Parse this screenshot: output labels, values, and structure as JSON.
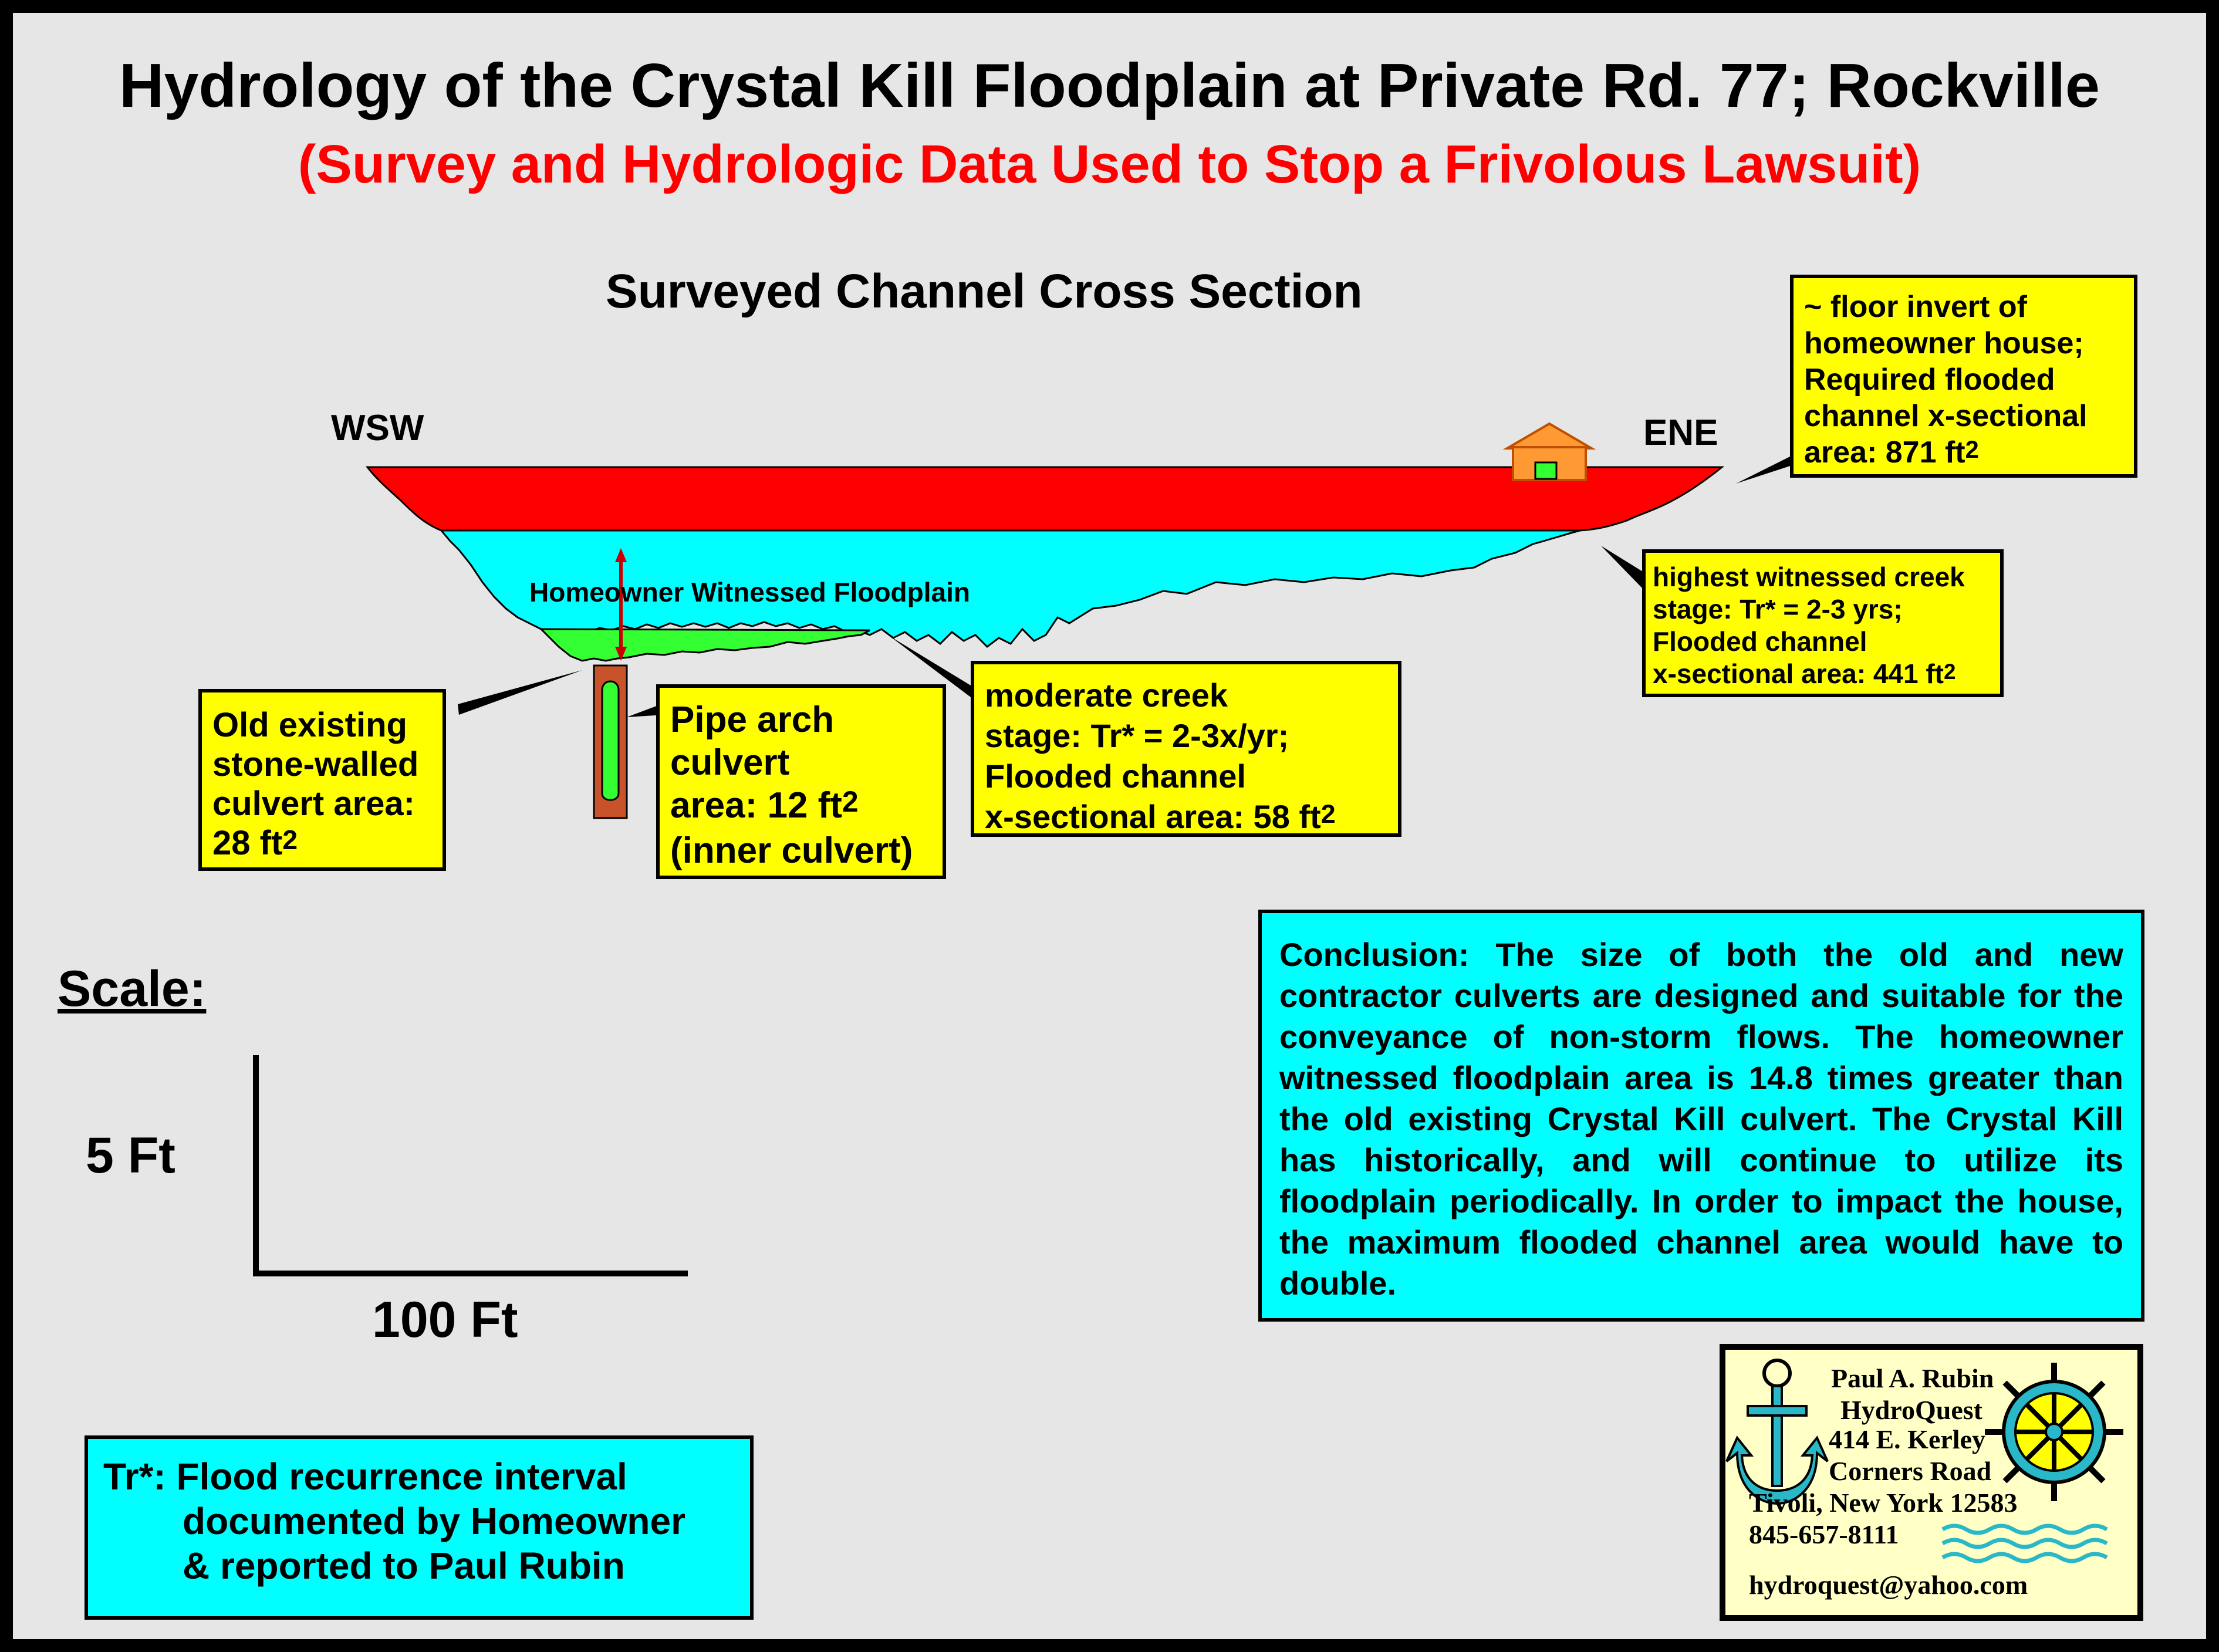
{
  "title": "Hydrology of the Crystal Kill Floodplain at Private Rd. 77; Rockville",
  "subtitle": "(Survey and Hydrologic Data Used to Stop a Frivolous Lawsuit)",
  "section_heading": "Surveyed Channel Cross Section",
  "directions": {
    "west": "WSW",
    "east": "ENE"
  },
  "floodplain_label": "Homeowner Witnessed Floodplain",
  "callouts": {
    "floor_invert": {
      "lines": [
        "~ floor invert of",
        "homeowner house;",
        "Required flooded",
        "channel x-sectional"
      ],
      "last_prefix": "area: 871 ft",
      "superscript": "2"
    },
    "highest_stage": {
      "lines": [
        "highest witnessed creek",
        "stage: Tr* = 2-3 yrs;",
        "Flooded channel"
      ],
      "last_prefix": "x-sectional area: 441 ft",
      "superscript": "2"
    },
    "old_culvert": {
      "lines": [
        "Old existing",
        "stone-walled",
        "culvert area:"
      ],
      "last_prefix": "28 ft",
      "superscript": "2"
    },
    "pipe_arch": {
      "lines": [
        "Pipe arch",
        "culvert"
      ],
      "mid_prefix": "area: 12 ft",
      "superscript": "2",
      "last_line": "(inner culvert)"
    },
    "moderate_stage": {
      "lines": [
        "moderate creek",
        "stage: Tr* = 2-3x/yr;",
        "Flooded channel"
      ],
      "last_prefix": "x-sectional area: 58 ft",
      "superscript": "2"
    }
  },
  "conclusion": "Conclusion: The size of both the old and new contractor culverts are designed and suitable for the conveyance of non-storm flows.  The homeowner witnessed floodplain area is 14.8 times greater than the old existing Crystal Kill culvert.  The Crystal Kill has historically, and will continue to utilize its floodplain periodically.  In order to impact the house, the maximum flooded channel area would have to double.",
  "scale": {
    "heading": "Scale:",
    "vertical": "5 Ft",
    "horizontal": "100 Ft"
  },
  "footnote": {
    "line1": "Tr*: Flood recurrence interval",
    "line2": "documented by Homeowner",
    "line3": "& reported to Paul Rubin"
  },
  "contact": {
    "name": "Paul A. Rubin",
    "company": "HydroQuest",
    "address1": "414 E. Kerley",
    "address2": "Corners Road",
    "city": "Tivoli, New York 12583",
    "phone": "845-657-8111",
    "email": "hydroquest@yahoo.com"
  },
  "colors": {
    "background": "#e6e6e6",
    "red_flood": "#ff0000",
    "cyan_flood": "#00ffff",
    "green_flood": "#33ff33",
    "callout_yellow": "#ffff00",
    "culvert_brown": "#c8522a",
    "house_orange": "#ff9933"
  },
  "icons": [
    "house-icon",
    "anchor-icon",
    "ship-wheel-icon",
    "waves-icon",
    "arrow-up-icon",
    "arrow-down-icon"
  ]
}
